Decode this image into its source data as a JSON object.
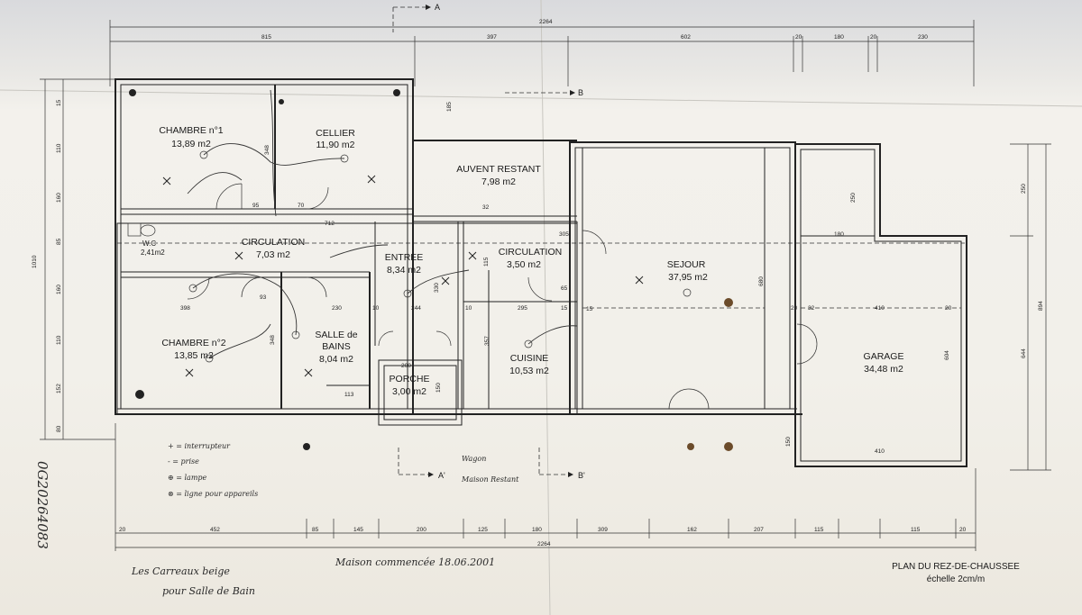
{
  "plan": {
    "title": "PLAN DU REZ-DE-CHAUSSEE",
    "scale": "échelle  2cm/m"
  },
  "rooms": [
    {
      "name": "CHAMBRE n°1",
      "area": "13,89 m2"
    },
    {
      "name": "CELLIER",
      "area": "11,90 m2"
    },
    {
      "name": "AUVENT RESTANT",
      "area": "7,98 m2"
    },
    {
      "name": "CIRCULATION",
      "area": "7,03 m2"
    },
    {
      "name": "ENTREE",
      "area": "8,34 m2"
    },
    {
      "name": "CIRCULATION",
      "area": "3,50 m2"
    },
    {
      "name": "SEJOUR",
      "area": "37,95 m2"
    },
    {
      "name": "CHAMBRE n°2",
      "area": "13,85 m2"
    },
    {
      "name": "SALLE de",
      "area": "BAINS"
    },
    {
      "name": "PORCHE",
      "area": "3,00 m2"
    },
    {
      "name": "CUISINE",
      "area": "10,53 m2"
    },
    {
      "name": "GARAGE",
      "area": "34,48 m2"
    }
  ],
  "extra_labels": {
    "wc": "W.C",
    "wc_area": "2,41m2",
    "sdb_area": "8,04 m2"
  },
  "section_markers": {
    "a": "A",
    "b": "B",
    "a_prime": "A'",
    "b_prime": "B'"
  },
  "top_dims": {
    "total": "2264",
    "segments": [
      "815",
      "397",
      "602",
      "20",
      "180",
      "20",
      "230"
    ]
  },
  "bottom_dims": {
    "total": "2264",
    "segments": [
      "20",
      "452",
      "85",
      "145",
      "200",
      "125",
      "180",
      "309",
      "162",
      "207",
      "115",
      "115",
      "20"
    ]
  },
  "left_dims": {
    "total": "1010",
    "segments": [
      "15",
      "110",
      "160",
      "85",
      "160",
      "110",
      "152",
      "80"
    ]
  },
  "right_dims": {
    "total": "894",
    "upper": "250",
    "lower": "644"
  },
  "inner_dims": [
    "185",
    "95",
    "70",
    "712",
    "32",
    "305",
    "15",
    "93",
    "230",
    "10",
    "244",
    "10",
    "295",
    "15",
    "65",
    "398",
    "20",
    "32",
    "410",
    "20",
    "180",
    "250",
    "604",
    "680",
    "150",
    "410",
    "200",
    "113",
    "150",
    "357",
    "348",
    "348",
    "330",
    "115"
  ],
  "legend": {
    "items": [
      "+ = interrupteur",
      "- = prise",
      "⊕ = lampe",
      "⊗ = ligne pour appareils"
    ]
  },
  "handwritten": {
    "note1": "Les Carreaux beige",
    "note2": "pour Salle de Bain",
    "note3": "Maison commencée 18.06.2001",
    "note4": "Wagon",
    "note5": "Maison Restant",
    "vertical_id": "0G20264083"
  }
}
